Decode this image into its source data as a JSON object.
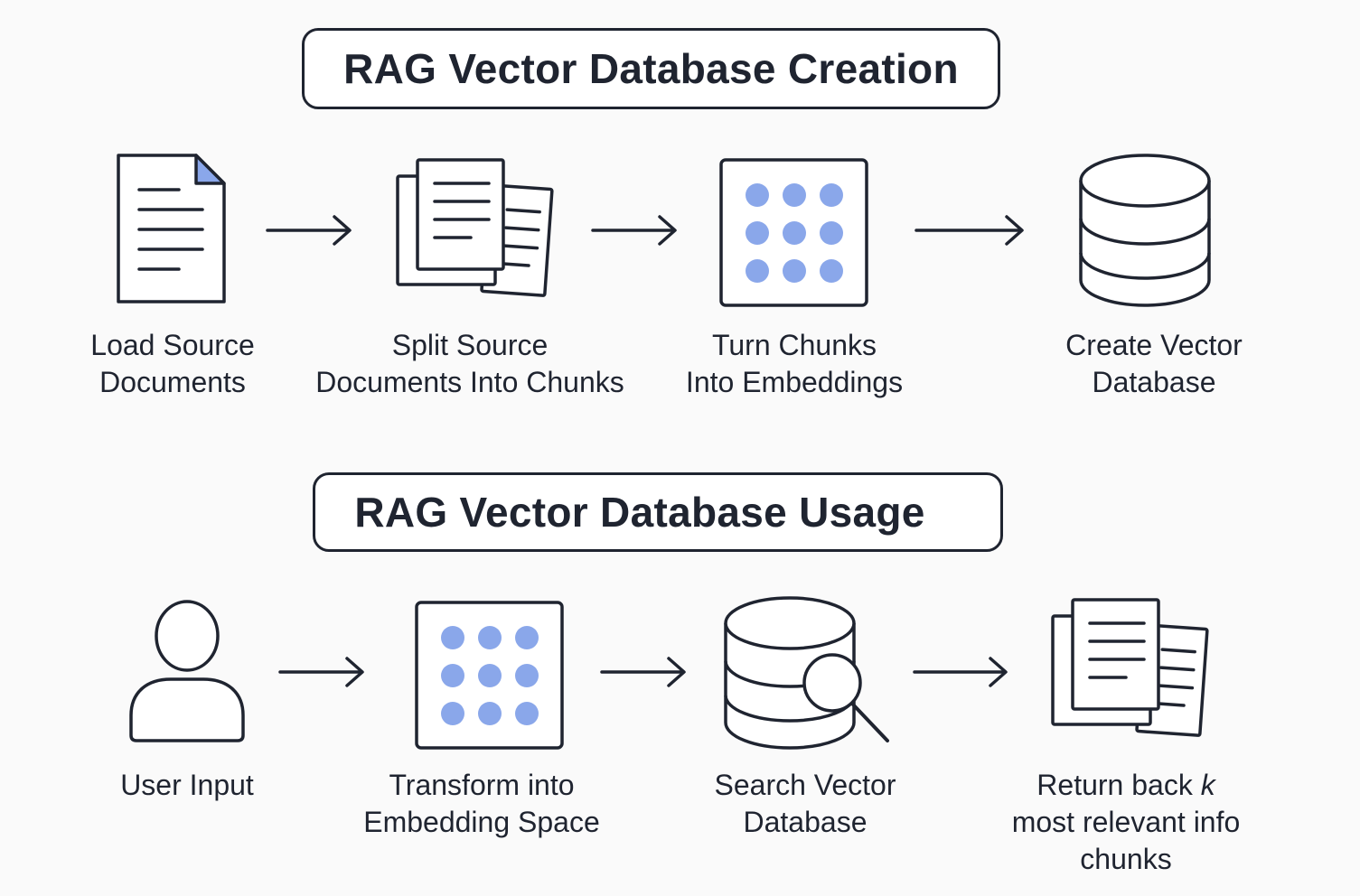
{
  "colors": {
    "stroke": "#1f2430",
    "dot": "#8aa7ea",
    "background": "#fafafa",
    "card": "#ffffff"
  },
  "creation": {
    "title": "RAG Vector Database Creation",
    "steps": [
      {
        "icon": "document-icon",
        "line1": "Load Source",
        "line2": "Documents"
      },
      {
        "icon": "stacked-documents-icon",
        "line1": "Split Source",
        "line2": "Documents Into Chunks"
      },
      {
        "icon": "embedding-grid-icon",
        "line1": "Turn Chunks",
        "line2": "Into Embeddings"
      },
      {
        "icon": "database-icon",
        "line1": "Create Vector",
        "line2": "Database"
      }
    ]
  },
  "usage": {
    "title": "RAG Vector Database Usage",
    "steps": [
      {
        "icon": "user-icon",
        "line1": "User Input"
      },
      {
        "icon": "embedding-grid-icon",
        "line1": "Transform into",
        "line2": "Embedding Space"
      },
      {
        "icon": "database-search-icon",
        "line1": "Search Vector",
        "line2": "Database"
      },
      {
        "icon": "stacked-documents-icon",
        "line1_pre": "Return back ",
        "line1_var": "k",
        "line2": "most relevant  info",
        "line3": "chunks"
      }
    ]
  }
}
